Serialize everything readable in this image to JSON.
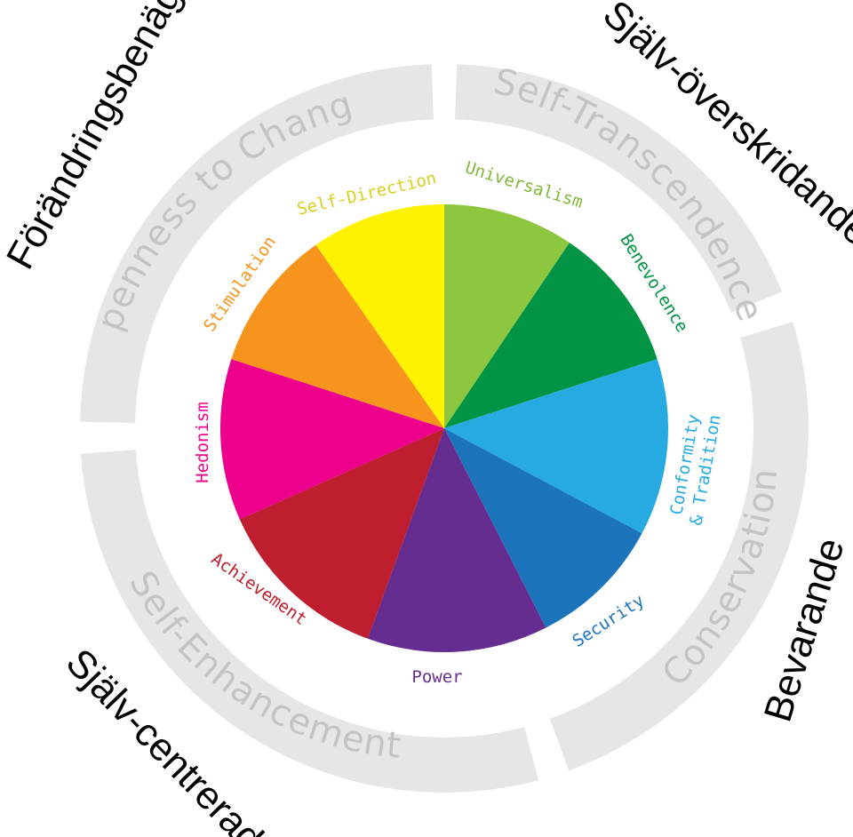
{
  "higher_order": [
    {
      "key": "openness",
      "label": "Openness to Change",
      "swedish": "Förändringsbenägen"
    },
    {
      "key": "transcendence",
      "label": "Self-Transcendence",
      "swedish": "Själv-överskridande"
    },
    {
      "key": "conservation",
      "label": "Conservation",
      "swedish": "Bevarande"
    },
    {
      "key": "enhancement",
      "label": "Self-Enhancement",
      "swedish": "Själv-centrerade"
    }
  ],
  "values": [
    {
      "name": "Universalism",
      "color": "#8dc63f",
      "text_color": "#7fb83a"
    },
    {
      "name": "Benevolence",
      "color": "#009444",
      "text_color": "#009444"
    },
    {
      "name": "Conformity",
      "name2": "& Tradition",
      "color": "#27aae1",
      "text_color": "#27aae1"
    },
    {
      "name": "Security",
      "color": "#1c75bc",
      "text_color": "#1c75bc"
    },
    {
      "name": "Power",
      "color": "#662d91",
      "text_color": "#662d91"
    },
    {
      "name": "Achievement",
      "color": "#be1e2d",
      "text_color": "#be1e2d"
    },
    {
      "name": "Hedonism",
      "color": "#ec008c",
      "text_color": "#ec008c"
    },
    {
      "name": "Stimulation",
      "color": "#f7941d",
      "text_color": "#f7941d"
    },
    {
      "name": "Self-Direction",
      "color": "#fff200",
      "text_color": "#d9cf1f"
    }
  ],
  "ring_color": "#e6e6e6"
}
